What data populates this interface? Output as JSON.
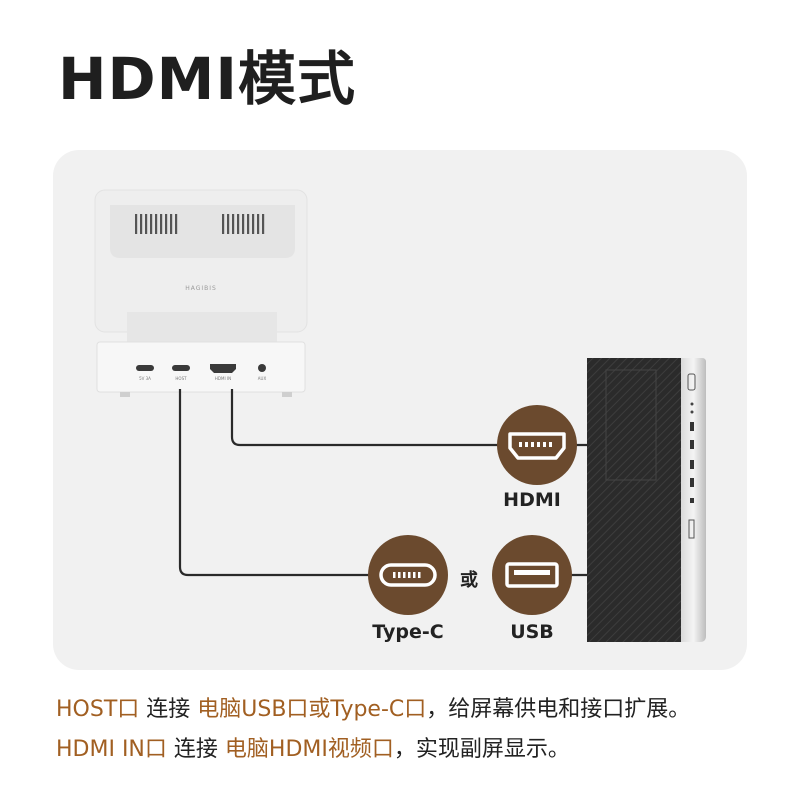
{
  "title": "HDMI模式",
  "device_brand": "HAGIBIS",
  "ports": {
    "pd": "5V 3A",
    "host": "HOST",
    "hdmi_in": "HDMI IN",
    "aux": "AUX"
  },
  "connectors": {
    "hdmi": "HDMI",
    "typec": "Type-C",
    "or": "或",
    "usb": "USB"
  },
  "colors": {
    "accent": "#a15f22",
    "badge": "#6b4a2e",
    "cable": "#2a2a2a",
    "panel": "#f1f1f1"
  },
  "desc": {
    "line1": {
      "host": "HOST口",
      "connect": " 连接 ",
      "target": "电脑USB口或Type-C口",
      "rest": "，给屏幕供电和接口扩展。"
    },
    "line2": {
      "hdmi_in": "HDMI IN口",
      "connect": " 连接 ",
      "target": "电脑HDMI视频口",
      "rest": "，实现副屏显示。"
    }
  }
}
